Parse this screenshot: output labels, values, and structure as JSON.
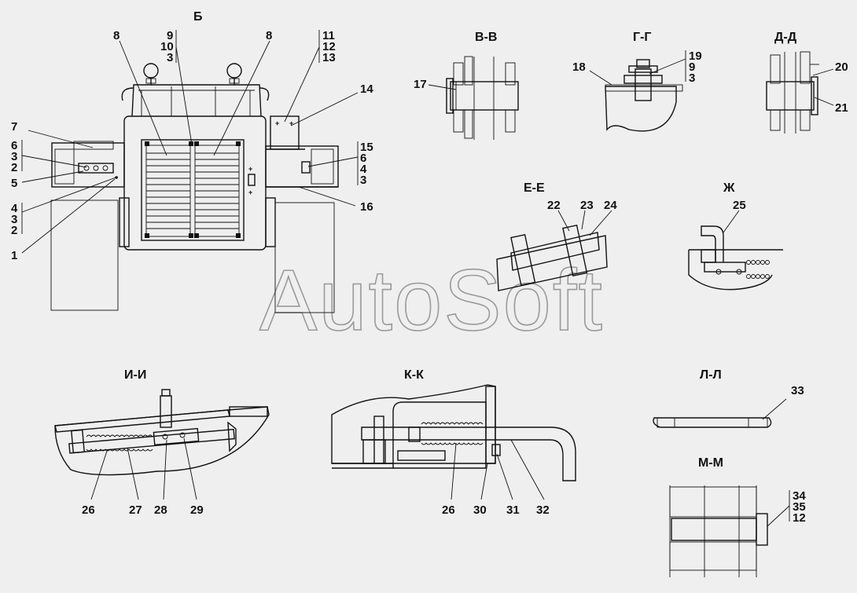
{
  "watermark": "AutoSoft",
  "views": {
    "b": "Б",
    "vv": "В-В",
    "gg": "Г-Г",
    "dd": "Д-Д",
    "ee": "Е-Е",
    "zh": "Ж",
    "ii": "И-И",
    "kk": "К-К",
    "ll": "Л-Л",
    "mm": "М-М"
  },
  "callouts": {
    "n1": "1",
    "n2a": "2",
    "n2b": "2",
    "n3a": "3",
    "n3b": "3",
    "n3c": "3",
    "n3d": "3",
    "n3e": "3",
    "n4a": "4",
    "n4b": "4",
    "n5": "5",
    "n6a": "6",
    "n6b": "6",
    "n7": "7",
    "n8a": "8",
    "n8b": "8",
    "n9a": "9",
    "n9b": "9",
    "n10": "10",
    "n11": "11",
    "n12a": "12",
    "n12b": "12",
    "n13": "13",
    "n14": "14",
    "n15": "15",
    "n16": "16",
    "n17": "17",
    "n18": "18",
    "n19": "19",
    "n20": "20",
    "n21": "21",
    "n22": "22",
    "n23": "23",
    "n24": "24",
    "n25": "25",
    "n26a": "26",
    "n26b": "26",
    "n27": "27",
    "n28": "28",
    "n29": "29",
    "n30": "30",
    "n31": "31",
    "n32": "32",
    "n33": "33",
    "n34": "34",
    "n35": "35"
  }
}
